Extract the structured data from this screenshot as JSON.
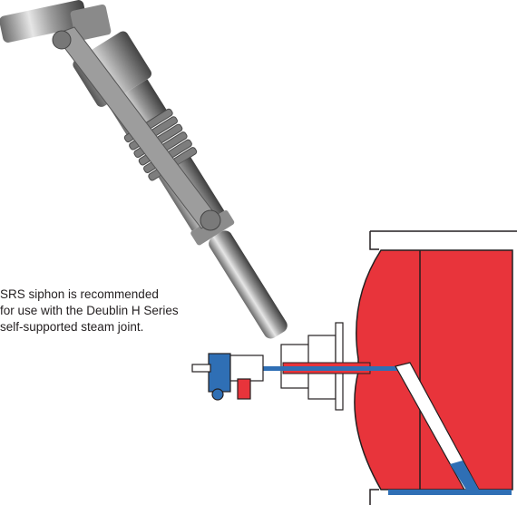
{
  "caption": {
    "line1": "SRS siphon is recommended",
    "line2": "for use with the Deublin H Series",
    "line3": "self-supported steam joint."
  },
  "colors": {
    "dryer_red": "#e8343b",
    "condensate_blue": "#2f6fb5",
    "steel_gray": "#9a9a9a"
  }
}
